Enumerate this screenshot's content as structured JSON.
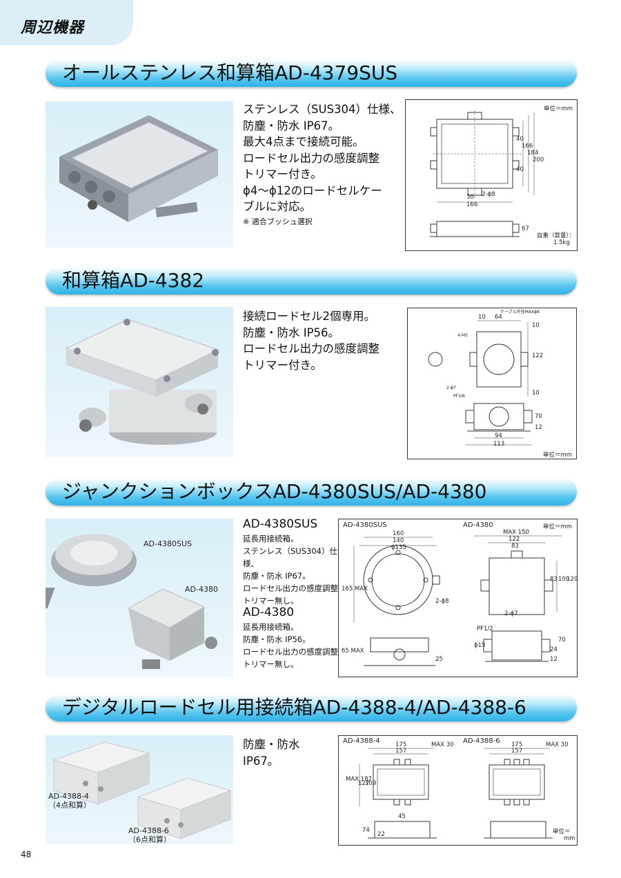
{
  "header": {
    "category": "周辺機器"
  },
  "sections": [
    {
      "title": "オールステンレス和算箱AD-4379SUS",
      "desc_lines": [
        "ステンレス（SUS304）仕様、",
        "防塵・防水 IP67。",
        "最大4点まで接続可能。",
        "ロードセル出力の感度調整",
        "トリマー付き。",
        "ϕ4〜ϕ12のロードセルケー",
        "ブルに対応。"
      ],
      "note": "※ 適合ブッシュ選択",
      "drawing": {
        "unit": "単位＝mm",
        "weight": "自重（質量）：",
        "weight_value": "1.5kg",
        "dims": [
          "30",
          "166",
          "40",
          "166",
          "184",
          "200",
          "40",
          "2-ϕ8",
          "67"
        ]
      }
    },
    {
      "title": "和算箱AD-4382",
      "desc_lines": [
        "接続ロードセル2個専用。",
        "防塵・防水 IP56。",
        "ロードセル出力の感度調整",
        "トリマー付き。"
      ],
      "drawing": {
        "unit": "単位＝mm",
        "dims": [
          "10",
          "64",
          "10",
          "122",
          "10",
          "70",
          "12",
          "94",
          "113"
        ],
        "labels": [
          "ケーブル外径MAXϕ8",
          "4-M5",
          "2-ϕ7",
          "PF3/8"
        ]
      }
    },
    {
      "title": "ジャンクションボックスAD-4380SUS/AD-4380",
      "products": [
        {
          "name": "AD-4380SUS",
          "desc_lines": [
            "延長用接続箱。",
            "ステンレス（SUS304）仕様、",
            "防塵・防水 IP67。",
            "ロードセル出力の感度調整",
            "トリマー無し。"
          ]
        },
        {
          "name": "AD-4380",
          "desc_lines": [
            "延長用接続箱。",
            "防塵・防水 IP56。",
            "ロードセル出力の感度調整",
            "トリマー無し。"
          ]
        }
      ],
      "photo_labels": [
        "AD-4380SUS",
        "AD-4380"
      ],
      "drawing": {
        "left_label": "AD-4380SUS",
        "right_label": "AD-4380",
        "unit": "単位＝mm",
        "dims_left": [
          "160",
          "140",
          "ϕ135",
          "165 MAX",
          "2-ϕ8",
          "65 MAX",
          "25"
        ],
        "dims_right": [
          "MAX 150",
          "122",
          "83",
          "83",
          "100",
          "120",
          "2-ϕ7",
          "PF1/2",
          "ϕ15",
          "70",
          "24",
          "12"
        ]
      }
    },
    {
      "title": "デジタルロードセル用接続箱AD-4388-4/AD-4388-6",
      "desc_lines": [
        "防塵・防水 IP67。"
      ],
      "photo_labels": [
        {
          "model": "AD-4388-4",
          "note": "（4点和算）"
        },
        {
          "model": "AD-4388-6",
          "note": "（6点和算）"
        }
      ],
      "drawing": {
        "left_label": "AD-4388-4",
        "right_label": "AD-4388-6",
        "unit_line1": "単位＝",
        "unit_line2": "mm",
        "dims": [
          "175",
          "157",
          "MAX 30",
          "MAX 187",
          "127",
          "109",
          "45",
          "74",
          "22"
        ]
      }
    }
  ],
  "page_number": "48",
  "colors": {
    "banner_light": "#c2ecfb",
    "banner_dark": "#2fb2e6",
    "tab": "#dceef8"
  }
}
